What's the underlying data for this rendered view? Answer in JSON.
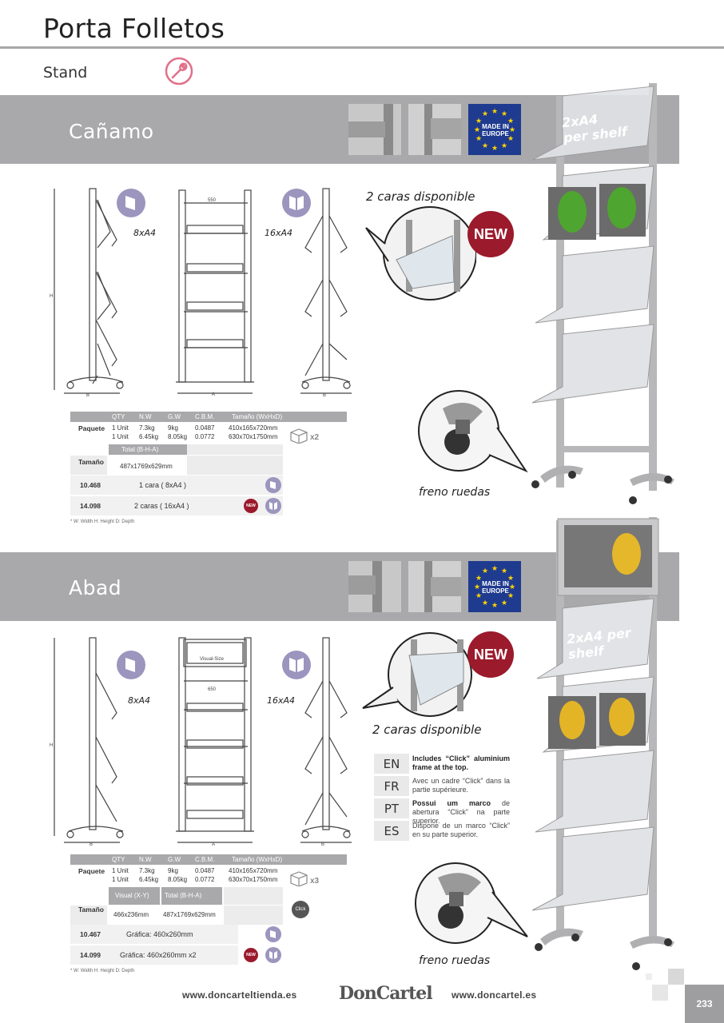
{
  "header": {
    "title": "Porta Folletos",
    "subtitle": "Stand"
  },
  "made_in": "MADE IN EUROPE",
  "sections": [
    {
      "title": "Cañamo",
      "per_shelf": "2xA4 per shelf",
      "one_side_label": "8xA4",
      "two_side_label": "16xA4",
      "two_sides": "2 caras disponible",
      "new_badge": "NEW",
      "wheels": "freno ruedas",
      "dim_top": "550",
      "dim_h": "H",
      "dim_a": "A",
      "dim_b": "B",
      "table": {
        "headers": [
          "QTY",
          "N.W",
          "G.W",
          "C.B.M.",
          "Tamaño (WxHxD)"
        ],
        "row_label": "Paquete",
        "rows": [
          [
            "1 Unit",
            "7.3kg",
            "9kg",
            "0.0487",
            "410x165x720mm"
          ],
          [
            "1 Unit",
            "6.45kg",
            "8.05kg",
            "0.0772",
            "630x70x1750mm"
          ]
        ],
        "box_count": "x2",
        "size_label": "Tamaño",
        "size_header": "Total (B-H-A)",
        "size_value": "487x1769x629mm"
      },
      "codes": [
        {
          "code": "10.468",
          "desc": "1 cara ( 8xA4 )"
        },
        {
          "code": "14.098",
          "desc": "2 caras ( 16xA4 )"
        }
      ],
      "footnote": "* W: Width  H: Height  D: Depth"
    },
    {
      "title": "Abad",
      "per_shelf": "2xA4 per shelf",
      "one_side_label": "8xA4",
      "two_side_label": "16xA4",
      "two_sides": "2 caras disponible",
      "new_badge": "NEW",
      "wheels": "freno ruedas",
      "visual_size": "Visual-Size",
      "dim_top": "650",
      "dim_h": "H",
      "dim_a": "A",
      "dim_b": "B",
      "table": {
        "headers": [
          "QTY",
          "N.W",
          "G.W",
          "C.B.M.",
          "Tamaño (WxHxD)"
        ],
        "row_label": "Paquete",
        "rows": [
          [
            "1 Unit",
            "7.3kg",
            "9kg",
            "0.0487",
            "410x165x720mm"
          ],
          [
            "1 Unit",
            "6.45kg",
            "8.05kg",
            "0.0772",
            "630x70x1750mm"
          ]
        ],
        "box_count": "x3",
        "size_label": "Tamaño",
        "visual_header": "Visual (X-Y)",
        "visual_value": "466x236mm",
        "size_header": "Total (B-H-A)",
        "size_value": "487x1769x629mm",
        "click": "Click"
      },
      "codes": [
        {
          "code": "10.467",
          "desc": "Gráfica: 460x260mm"
        },
        {
          "code": "14.099",
          "desc": "Gráfica: 460x260mm x2"
        }
      ],
      "languages": [
        {
          "code": "EN",
          "bold": "Includes “Click” aluminium frame at the top.",
          "rest": ""
        },
        {
          "code": "FR",
          "bold": "",
          "rest": "Avec un cadre “Click” dans la partie supérieure."
        },
        {
          "code": "PT",
          "bold": "Possui um marco",
          "rest": " de abertura “Click” na parte superior."
        },
        {
          "code": "ES",
          "bold": "",
          "rest": "Dispone de un marco “Click” en su parte superior."
        }
      ],
      "footnote": "* W: Width  H: Height  D: Depth"
    }
  ],
  "footer": {
    "url_left": "www.doncarteltienda.es",
    "logo": "DonCartel",
    "url_right": "www.doncartel.es",
    "page": "233"
  }
}
